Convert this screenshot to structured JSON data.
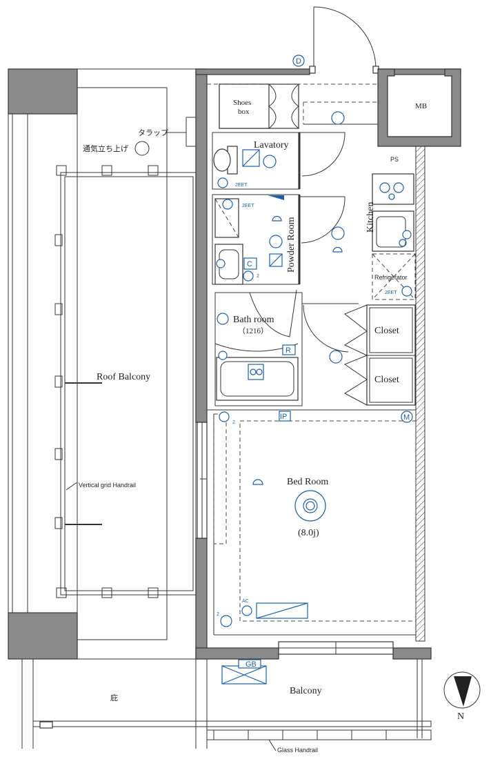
{
  "rooms": {
    "shoes_box": [
      "Shoes",
      "box"
    ],
    "lavatory": "Lavatory",
    "powder_room": "Powder Room",
    "bath_room": "Bath room",
    "bath_size": "（1216）",
    "kitchen": "Kitchen",
    "refrigerator": "Refrigerator",
    "closet_1": "Closet",
    "closet_2": "Closet",
    "bed_room": "Bed Room",
    "bed_size": "(8.0j)",
    "roof_balcony": "Roof Balcony",
    "balcony": "Balcony",
    "mb": "MB",
    "ps": "PS",
    "garden": "庇"
  },
  "annotations": {
    "trap": "タラップ",
    "vent": "通気立ち上げ",
    "vertical_handrail": "Vertical grid Handrail",
    "glass_handrail": "Glass Handrail"
  },
  "symbols": {
    "door_d": "D",
    "socket_c": "C",
    "socket_r": "R",
    "ip": "IP",
    "m": "M",
    "ac": "AC",
    "gb": "GB",
    "num_2a": "2",
    "num_2b": "2",
    "num_2c": "2",
    "eet_1": "2EET",
    "eet_2": "2EET",
    "eet_3": "2EET",
    "north": "N"
  },
  "colors": {
    "wall": "#8a8a8a",
    "electrical": "#1f5fa8",
    "line": "#333333"
  }
}
